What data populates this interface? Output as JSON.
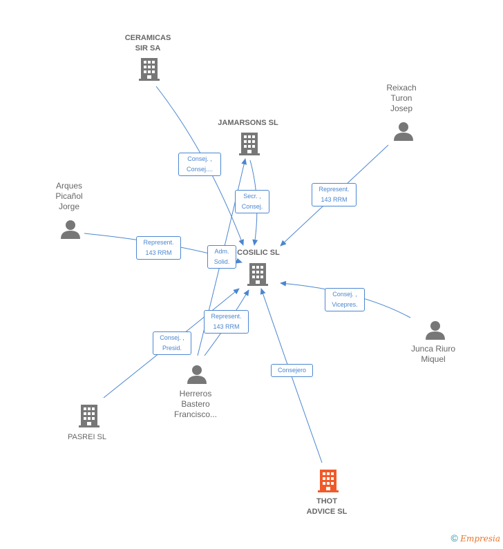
{
  "nodes": {
    "ceramicas": {
      "lines": [
        "CERAMICAS",
        "SIR SA"
      ],
      "icon": "building-icon"
    },
    "jamarsons": {
      "lines": [
        "JAMARSONS SL"
      ],
      "icon": "building-icon"
    },
    "reixach": {
      "lines": [
        "Reixach",
        "Turon",
        "Josep"
      ],
      "icon": "person-icon"
    },
    "arques": {
      "lines": [
        "Arques",
        "Picañol",
        "Jorge"
      ],
      "icon": "person-icon"
    },
    "cosilic": {
      "lines": [
        "COSILIC SL"
      ],
      "icon": "building-icon"
    },
    "junca": {
      "lines": [
        "Junca Riuro",
        "Miquel"
      ],
      "icon": "person-icon"
    },
    "herreros": {
      "lines": [
        "Herreros",
        "Bastero",
        "Francisco..."
      ],
      "icon": "person-icon"
    },
    "pasrei": {
      "lines": [
        "PASREI  SL"
      ],
      "icon": "building-icon"
    },
    "thot": {
      "lines": [
        "THOT",
        "ADVICE SL"
      ],
      "icon": "building-icon"
    }
  },
  "edge_labels": {
    "ceramicas_cosilic": [
      "Consej. ,",
      "Consej...."
    ],
    "jamarsons_cosilic": [
      "Secr. ,",
      "Consej."
    ],
    "reixach_cosilic": [
      "Represent.",
      "143 RRM"
    ],
    "arques_cosilic": [
      "Represent.",
      "143 RRM"
    ],
    "herreros_jamarsons": [
      "Adm.",
      "Solid."
    ],
    "junca_cosilic": [
      "Consej. ,",
      "Vicepres."
    ],
    "herreros_cosilic": [
      "Represent.",
      "143 RRM"
    ],
    "pasrei_cosilic": [
      "Consej. ,",
      "Presid."
    ],
    "thot_cosilic": [
      "Consejero"
    ]
  },
  "colors": {
    "edge": "#4a86d0",
    "node_gray": "#777777",
    "node_highlight": "#f05a28"
  },
  "footer": {
    "copyright": "©",
    "brand": "Empresia"
  }
}
